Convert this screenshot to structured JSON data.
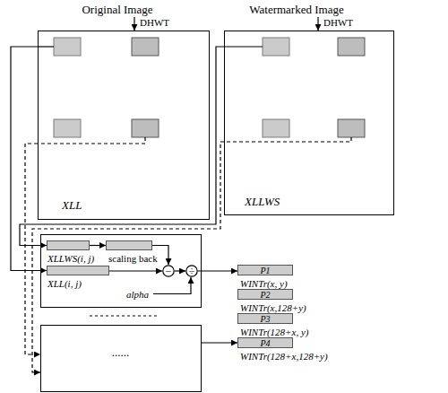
{
  "diagram": {
    "nodes": [
      {
        "text": [
          "Original Image",
          "XLL"
        ]
      },
      {
        "text": [
          "Watermarked Image",
          "XLLWS"
        ]
      },
      {
        "text": [
          "alpha"
        ]
      },
      {
        "text": [
          "XLLWS(i, j)"
        ],
        "in": 2
      },
      {
        "text": [
          "scaling back"
        ],
        "in": 2
      },
      {
        "text": [
          "XLL(i, j)"
        ],
        "in": 2
      },
      {
        "text": [
          "−"
        ],
        "in": 2
      },
      {
        "text": [
          "÷"
        ],
        "in": 2
      },
      {
        "text": [
          "P1",
          "WINTr(x, y)"
        ]
      },
      {
        "text": [
          "P2",
          "WINTr(x,128+y)"
        ]
      },
      {
        "text": [
          "P3",
          "WINTr(128+x, y)"
        ]
      },
      {
        "text": [
          "P4",
          "WINTr(128+x,128+y)"
        ]
      },
      {
        "text": [
          "......"
        ]
      }
    ],
    "edges": [
      {
        "from": 0,
        "to": 5,
        "arrow": "to"
      },
      {
        "from": 1,
        "to": 3,
        "arrow": "to"
      },
      {
        "from": 3,
        "to": 4,
        "arrow": "to"
      },
      {
        "from": 4,
        "to": 6,
        "arrow": "to"
      },
      {
        "from": 5,
        "to": 6,
        "arrow": "to"
      },
      {
        "from": 6,
        "to": 7,
        "arrow": "to"
      },
      {
        "from": 7,
        "to": 8,
        "arrow": "to"
      },
      {
        "from": 0,
        "to": 12,
        "arrow": "to"
      },
      {
        "from": 1,
        "to": 12,
        "arrow": "to"
      },
      {
        "from": 12,
        "to": 11,
        "arrow": "to"
      }
    ],
    "labels": [
      "DHWT",
      "DHWT"
    ]
  }
}
